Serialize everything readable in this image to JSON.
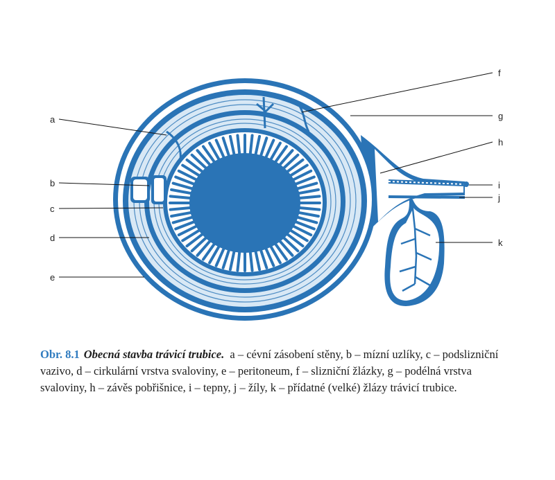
{
  "figure": {
    "labels": [
      "a",
      "b",
      "c",
      "d",
      "e",
      "f",
      "g",
      "h",
      "i",
      "j",
      "k"
    ],
    "colors": {
      "tissue": "#2a74b6",
      "light": "#d8e8f5",
      "white": "#ffffff",
      "line": "#111111"
    }
  },
  "caption": {
    "number": "Obr. 8.1",
    "title": "Obecná stavba trávicí trubice.",
    "text": "a – cévní zásobení stěny, b – mízní uzlíky, c – podslizniční vazivo, d – cirkulární vrstva svaloviny, e – peritoneum, f – slizniční žlázky, g – podélná vrstva svaloviny, h – závěs pobřišnice, i – tepny, j – žíly, k – přídatné (velké) žlázy trávicí trubice."
  }
}
